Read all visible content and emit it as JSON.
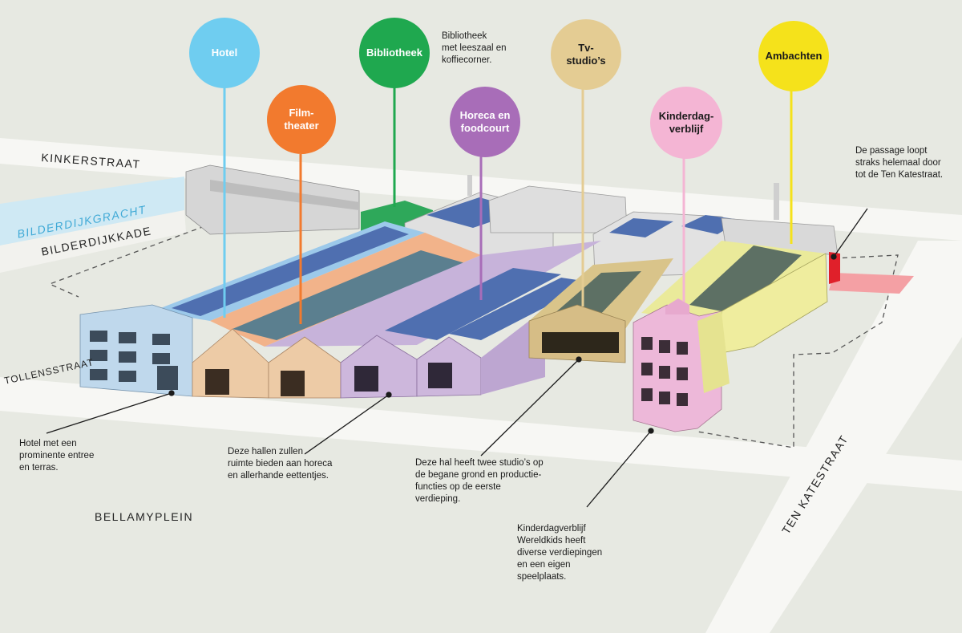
{
  "streets": {
    "kinkerstraat": "KINKERSTRAAT",
    "bilderdijkgracht": "BILDERDIJKGRACHT",
    "bilderdijkkade": "BILDERDIJKKADE",
    "tollensstraat": "TOLLENSSTRAAT",
    "bellamyplein": "BELLAMYPLEIN",
    "ten_katestraat": "TEN KATESTRAAT"
  },
  "bubbles": [
    {
      "id": "hotel",
      "lines": [
        "Hotel"
      ],
      "color": "#6fcdf0",
      "text_color": "#ffffff"
    },
    {
      "id": "filmtheater",
      "lines": [
        "Film-",
        "theater"
      ],
      "color": "#f27a2e",
      "text_color": "#ffffff"
    },
    {
      "id": "bibliotheek",
      "lines": [
        "Bibliotheek"
      ],
      "color": "#1fa84f",
      "text_color": "#ffffff"
    },
    {
      "id": "horeca",
      "lines": [
        "Horeca en",
        "foodcourt"
      ],
      "color": "#a86db8",
      "text_color": "#ffffff"
    },
    {
      "id": "tvstudios",
      "lines": [
        "Tv-",
        "studio’s"
      ],
      "color": "#e4cc93",
      "text_color": "#1b1b1b"
    },
    {
      "id": "kinderdagverblijf",
      "lines": [
        "Kinderdag-",
        "verblijf"
      ],
      "color": "#f4b5d4",
      "text_color": "#1b1b1b"
    },
    {
      "id": "ambachten",
      "lines": [
        "Ambachten"
      ],
      "color": "#f5e21b",
      "text_color": "#1b1b1b"
    }
  ],
  "notes": {
    "bibliotheek": [
      "Bibliotheek",
      "met leeszaal en",
      "koffiecorner."
    ],
    "passage": [
      "De passage loopt",
      "straks helemaal door",
      "tot de Ten Katestraat."
    ],
    "hotel": [
      "Hotel met een",
      "prominente entree",
      "en terras."
    ],
    "hallen": [
      "Deze hallen zullen",
      "ruimte bieden aan horeca",
      "en allerhande eettentjes."
    ],
    "studio": [
      "Deze hal heeft twee studio’s op",
      "de begane grond en productie-",
      "functies op  de eerste",
      "verdieping."
    ],
    "kinder": [
      "Kinderdagverblijf",
      "Wereldkids heeft",
      "diverse verdiepingen",
      "en een eigen",
      "speelplaats."
    ]
  },
  "colors": {
    "background": "#e7e9e2",
    "road": "#f7f7f4",
    "canal": "#cfe9f4",
    "canal_text": "#3fa9d6",
    "grey_building": "#d4d4d4",
    "roof_panels": "#4f6fb0",
    "passage": "#f4a0a4",
    "passage_gate": "#e0202a"
  }
}
